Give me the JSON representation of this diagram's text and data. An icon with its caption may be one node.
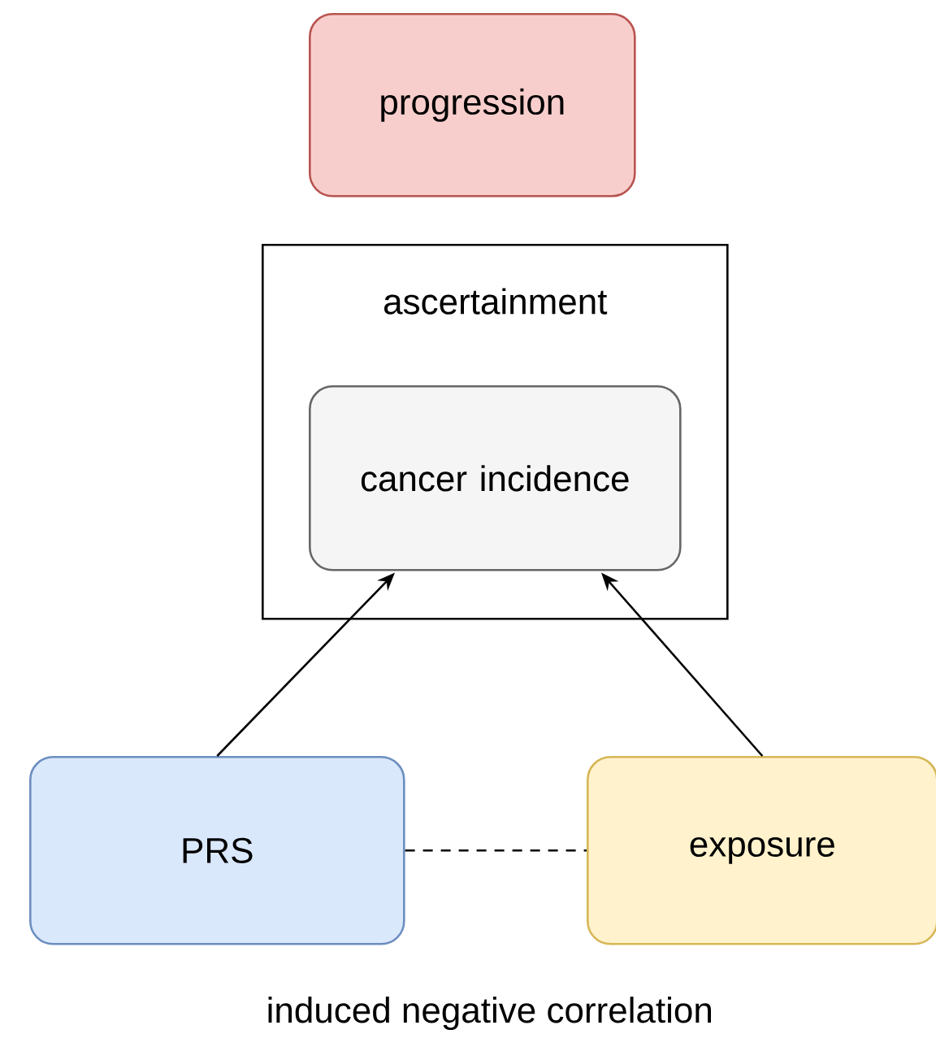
{
  "diagram": {
    "nodes": [
      {
        "text": [
          "progression"
        ]
      },
      {
        "text": [
          "ascertainment"
        ]
      },
      {
        "text": [
          "cancer incidence"
        ],
        "in": 1
      },
      {
        "text": [
          "PRS"
        ]
      },
      {
        "text": [
          "exposure"
        ]
      }
    ],
    "edges": [
      {
        "from": 3,
        "to": 2,
        "arrow": "to"
      },
      {
        "from": 4,
        "to": 2,
        "arrow": "to"
      },
      {
        "from": 3,
        "to": 4,
        "arrow": "none",
        "style": "dashed",
        "label": "induced negative correlation"
      }
    ]
  }
}
